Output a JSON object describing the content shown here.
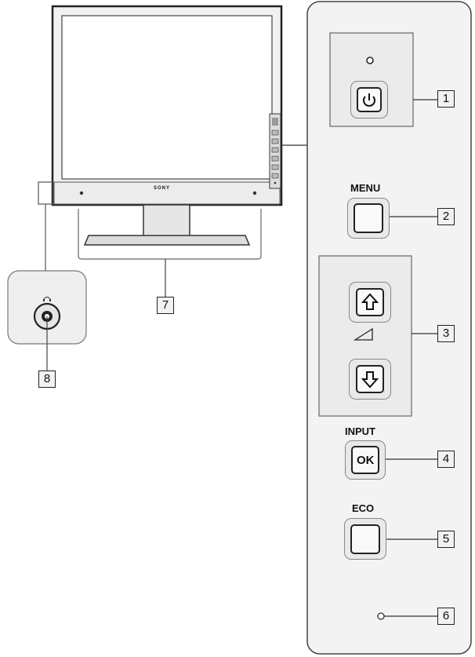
{
  "brand": "SONY",
  "buttons": {
    "menu_label": "MENU",
    "input_label": "INPUT",
    "ok_text": "OK",
    "eco_label": "ECO"
  },
  "callouts": [
    "1",
    "2",
    "3",
    "4",
    "5",
    "6",
    "7",
    "8"
  ],
  "volume_symbol": "◿"
}
